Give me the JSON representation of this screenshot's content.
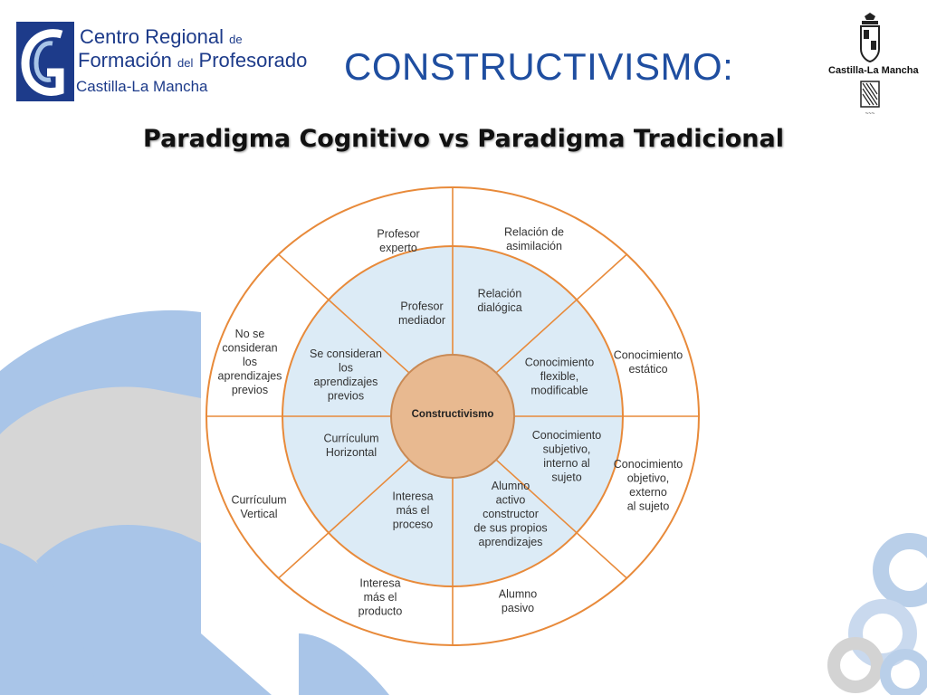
{
  "logo_left": {
    "line1": "Centro Regional",
    "line1_small": "de",
    "line2a": "Formación",
    "line2_small": "del",
    "line2b": "Profesorado",
    "line3": "Castilla-La Mancha"
  },
  "logo_right": {
    "text": "Castilla-La Mancha"
  },
  "title": "CONSTRUCTIVISMO:",
  "subtitle": "Paradigma Cognitivo vs Paradigma Tradicional",
  "diagram": {
    "center": "Constructivismo",
    "outer": [
      [
        "Relación de",
        "asimilación"
      ],
      [
        "Conocimiento",
        "estático"
      ],
      [
        "Conocimiento",
        "objetivo,",
        "externo",
        "al sujeto"
      ],
      [
        "Alumno",
        "pasivo"
      ],
      [
        "Interesa",
        "más el",
        "producto"
      ],
      [
        "Currículum",
        "Vertical"
      ],
      [
        "No se",
        "consideran",
        "los",
        "aprendizajes",
        "previos"
      ],
      [
        "Profesor",
        "experto"
      ]
    ],
    "inner": [
      [
        "Relación",
        "dialógica"
      ],
      [
        "Conocimiento",
        "flexible,",
        "modificable"
      ],
      [
        "Conocimiento",
        "subjetivo,",
        "interno al",
        "sujeto"
      ],
      [
        "Alumno",
        "activo",
        "constructor",
        "de sus propios",
        "aprendizajes"
      ],
      [
        "Interesa",
        "más el",
        "proceso"
      ],
      [
        "Currículum",
        "Horizontal"
      ],
      [
        "Se consideran",
        "los",
        "aprendizajes",
        "previos"
      ],
      [
        "Profesor",
        "mediador"
      ]
    ],
    "colors": {
      "ring": "#e88a3a",
      "inner_fill": "#dcebf6",
      "center_fill": "#e8b990",
      "center_stroke": "#c98a55"
    }
  }
}
